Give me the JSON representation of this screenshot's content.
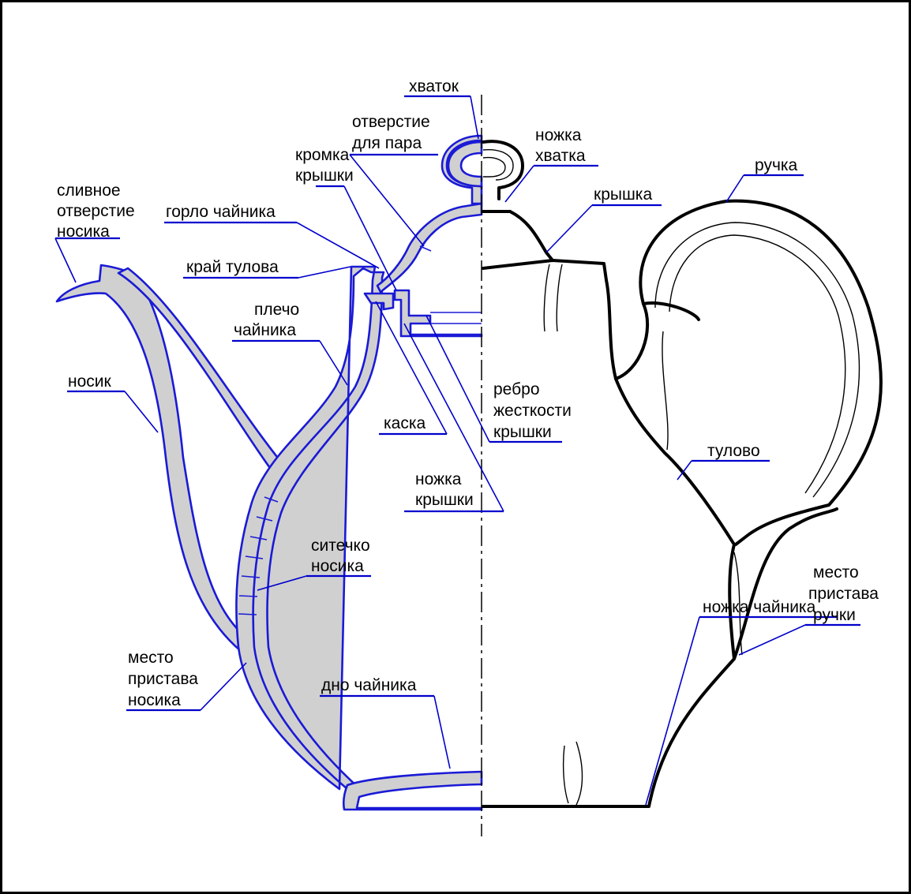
{
  "labels": {
    "khvatok": "хваток",
    "otverstie_1": "отверстие",
    "otverstie_2": "для пара",
    "nozhka_khvatka_1": "ножка",
    "nozhka_khvatka_2": "хватка",
    "kromka_1": "кромка",
    "kromka_2": "крышки",
    "ruchka": "ручка",
    "slivnoe_1": "сливное",
    "slivnoe_2": "отверстие",
    "slivnoe_3": "носика",
    "gorlo": "горло чайника",
    "kryshka": "крышка",
    "krai": "край тулова",
    "plecho_1": "плечо",
    "plecho_2": "чайника",
    "nosik": "носик",
    "rebro_1": "ребро",
    "rebro_2": "жесткости",
    "rebro_3": "крышки",
    "kaska": "каска",
    "tulovo": "тулово",
    "nozhka_kryshki_1": "ножка",
    "nozhka_kryshki_2": "крышки",
    "sitechko_1": "ситечко",
    "sitechko_2": "носика",
    "mesto_ruchki_1": "место",
    "mesto_ruchki_2": "пристава",
    "mesto_ruchki_3": "ручки",
    "mesto_nosika_1": "место",
    "mesto_nosika_2": "пристава",
    "mesto_nosika_3": "носика",
    "dno": "дно чайника",
    "nozhka_chainika": "ножка чайника"
  },
  "colors": {
    "section_outline": "#1a1ad6",
    "leader_line": "#0000cc",
    "section_fill": "#d0d0d0",
    "contour": "#000000"
  }
}
